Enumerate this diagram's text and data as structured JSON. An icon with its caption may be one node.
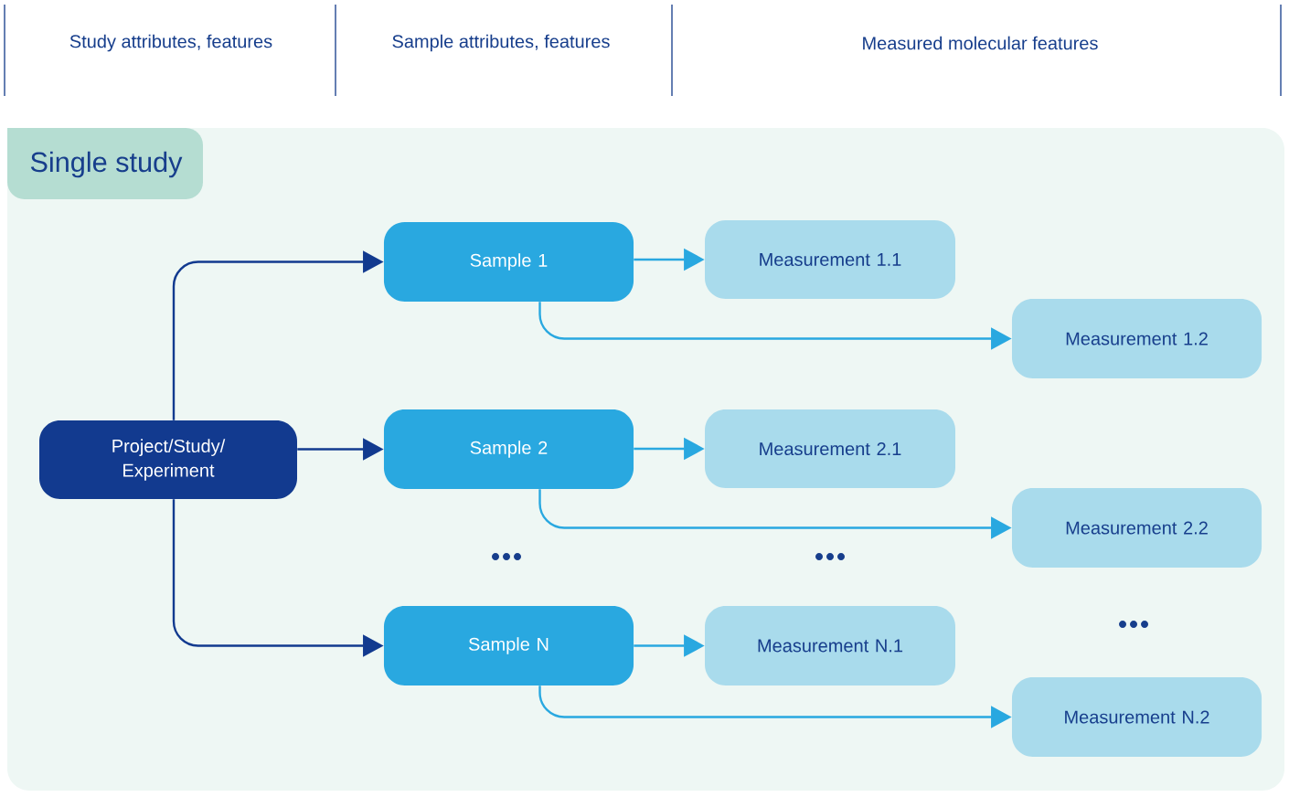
{
  "diagram": {
    "nodes": [
      {
        "text": [
          "Single study"
        ]
      },
      {
        "text": [
          "Project/Study/ Experiment"
        ],
        "in": 0
      },
      {
        "text": [
          "Sample 1"
        ],
        "in": 0
      },
      {
        "text": [
          "Measurement 1.1"
        ],
        "in": 0
      },
      {
        "text": [
          "Measurement 1.2"
        ],
        "in": 0
      },
      {
        "text": [
          "Sample 2"
        ],
        "in": 0
      },
      {
        "text": [
          "Measurement 2.1"
        ],
        "in": 0
      },
      {
        "text": [
          "Measurement 2.2"
        ],
        "in": 0
      },
      {
        "text": [
          "Sample N"
        ],
        "in": 0
      },
      {
        "text": [
          "Measurement N.1"
        ],
        "in": 0
      },
      {
        "text": [
          "Measurement N.2"
        ],
        "in": 0
      }
    ],
    "edges": [
      {
        "from": 1,
        "to": 2,
        "arrow": "to",
        "color": "#123a8f"
      },
      {
        "from": 1,
        "to": 5,
        "arrow": "to",
        "color": "#123a8f"
      },
      {
        "from": 1,
        "to": 8,
        "arrow": "to",
        "color": "#123a8f"
      },
      {
        "from": 2,
        "to": 3,
        "arrow": "to"
      },
      {
        "from": 2,
        "to": 4,
        "arrow": "to"
      },
      {
        "from": 5,
        "to": 6,
        "arrow": "to"
      },
      {
        "from": 5,
        "to": 7,
        "arrow": "to"
      },
      {
        "from": 8,
        "to": 9,
        "arrow": "to"
      },
      {
        "from": 8,
        "to": 10,
        "arrow": "to"
      }
    ],
    "labels": [
      "Study attributes, features",
      "Sample attributes, features",
      "Measured molecular features"
    ]
  }
}
